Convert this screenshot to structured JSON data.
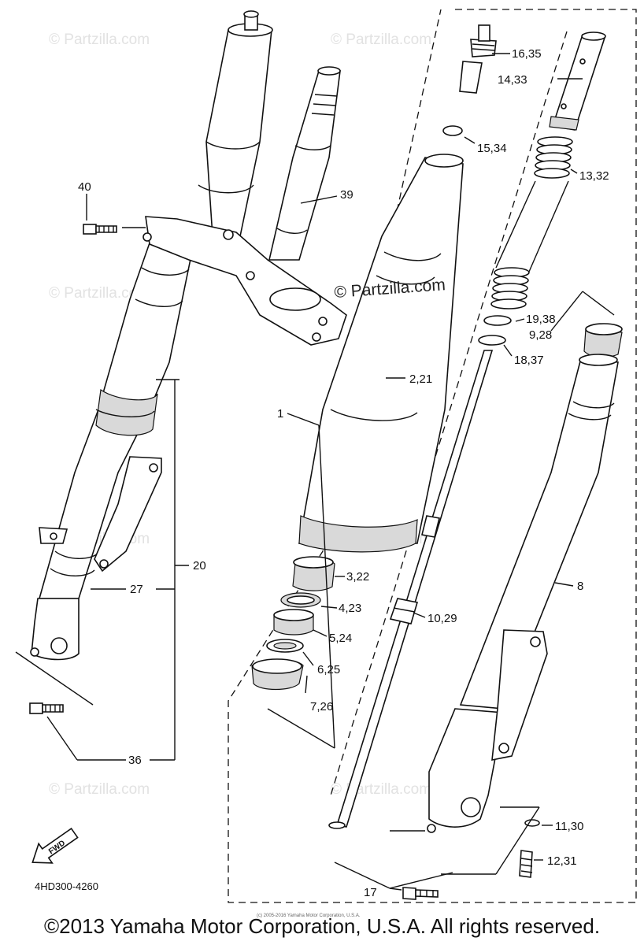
{
  "watermark": "© Partzilla.com",
  "center_watermark": "© Partzilla.com",
  "diagram_code": "4HD300-4260",
  "fwd_label": "FWD",
  "fine_print": "(c) 2005-2016 Yamaha Motor Corporation, U.S.A.",
  "copyright": "©2013 Yamaha Motor Corporation, U.S.A. All rights reserved.",
  "callouts": {
    "c16_35": "16,35",
    "c14_33": "14,33",
    "c15_34": "15,34",
    "c13_32": "13,32",
    "c40": "40",
    "c39": "39",
    "c19_38": "19,38",
    "c9_28": "9,28",
    "c18_37": "18,37",
    "c2_21": "2,21",
    "c1": "1",
    "c20": "20",
    "c27": "27",
    "c3_22": "3,22",
    "c4_23": "4,23",
    "c5_24": "5,24",
    "c6_25": "6,25",
    "c7_26": "7,26",
    "c10_29": "10,29",
    "c8": "8",
    "c36": "36",
    "c11_30": "11,30",
    "c12_31": "12,31",
    "c17": "17"
  }
}
